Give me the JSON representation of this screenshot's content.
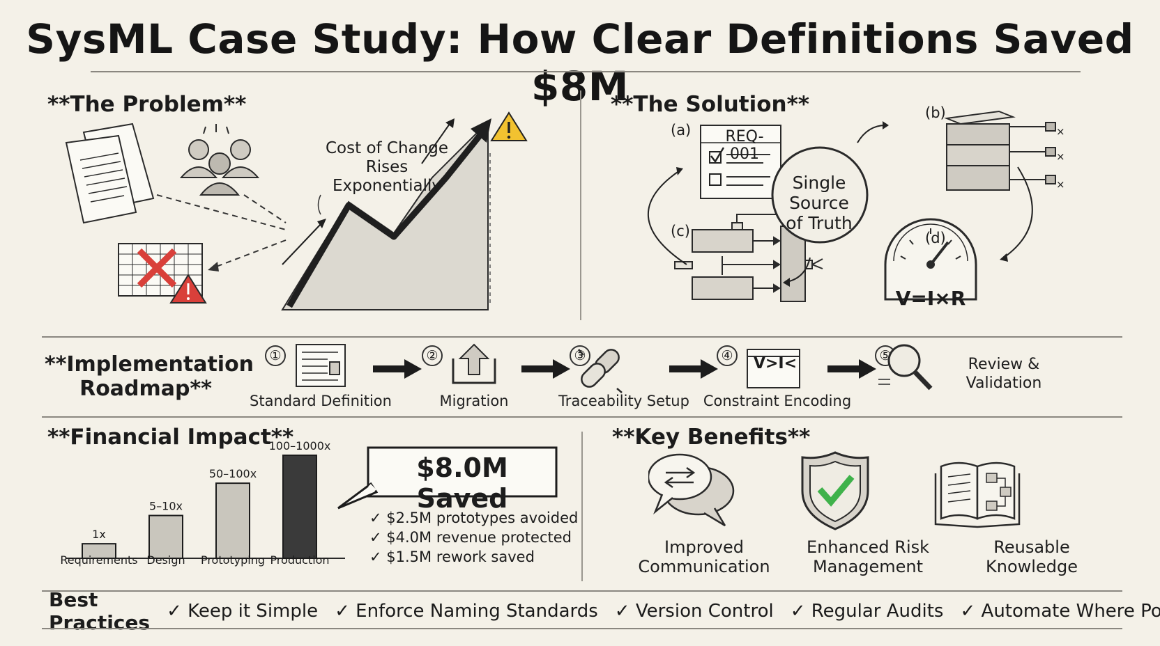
{
  "title": "SysML Case Study: How Clear Definitions Saved $8M",
  "problem": {
    "heading": "**The Problem**",
    "cost_label_lines": [
      "Cost of Change",
      "Rises",
      "Exponentially"
    ]
  },
  "solution": {
    "heading": "**The Solution**",
    "req_id": "REQ-001",
    "center_lines": [
      "Single",
      "Source",
      "of Truth"
    ],
    "markers": [
      "(a)",
      "(b)",
      "(c)",
      "(d)"
    ],
    "gauge_formula": "V=I×R",
    "port_marks": [
      "×",
      "×",
      "×"
    ]
  },
  "roadmap": {
    "heading_lines": [
      "**Implementation",
      "Roadmap**"
    ],
    "steps": [
      {
        "num": "①",
        "label": "Standard Definition"
      },
      {
        "num": "②",
        "label": "Migration"
      },
      {
        "num": "③",
        "label": "Traceability Setup"
      },
      {
        "num": "④",
        "label": "Constraint Encoding",
        "icon_text": "V>I<"
      },
      {
        "num": "⑤",
        "label_lines": [
          "Review &",
          "Validation"
        ]
      }
    ]
  },
  "financial": {
    "heading": "**Financial Impact**",
    "saved": "$8.0M Saved",
    "items": [
      "✓ $2.5M prototypes avoided",
      "✓ $4.0M revenue protected",
      "✓ $1.5M rework saved"
    ]
  },
  "chart_data": {
    "type": "bar",
    "categories": [
      "Requirements",
      "Design",
      "Prototyping",
      "Production"
    ],
    "data_labels": [
      "1x",
      "5–10x",
      "50–100x",
      "100–1000x"
    ],
    "values": [
      1,
      7.5,
      75,
      550
    ],
    "title": "",
    "xlabel": "",
    "ylabel": "",
    "colors": [
      "#c9c6bd",
      "#c9c6bd",
      "#c9c6bd",
      "#3a3a3a"
    ]
  },
  "benefits": {
    "heading": "**Key Benefits**",
    "items": [
      {
        "icon": "speech-bubbles-icon",
        "lines": [
          "Improved",
          "Communication"
        ]
      },
      {
        "icon": "shield-check-icon",
        "lines": [
          "Enhanced Risk",
          "Management"
        ]
      },
      {
        "icon": "open-book-icon",
        "lines": [
          "Reusable",
          "Knowledge"
        ]
      }
    ],
    "accent": "#3fb24b"
  },
  "best_practices": {
    "label": "Best Practices",
    "items": [
      "✓ Keep it Simple",
      "✓ Enforce Naming Standards",
      "✓ Version Control",
      "✓ Regular Audits",
      "✓ Automate Where Possible"
    ]
  },
  "colors": {
    "warning_yellow": "#f2c230",
    "error_red": "#d9403a",
    "paper": "#f4f1e8",
    "ink": "#1c1c1c"
  }
}
